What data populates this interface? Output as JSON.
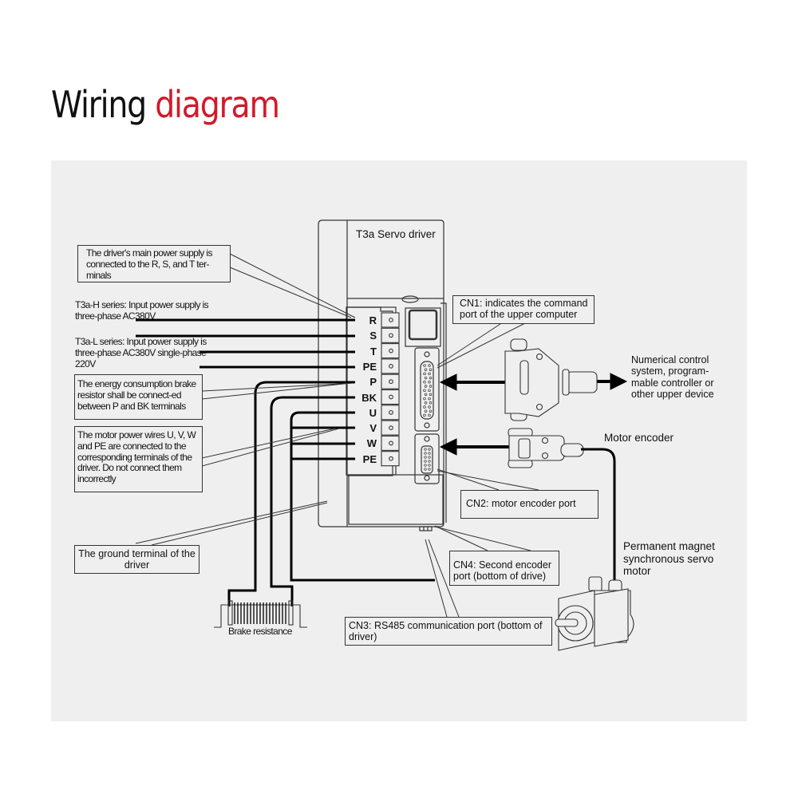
{
  "title": {
    "part1": "Wiring",
    "part2": "diagram",
    "accent_color": "#d11a2a"
  },
  "driver": {
    "name": "T3a Servo driver",
    "terminals": [
      "R",
      "S",
      "T",
      "PE",
      "P",
      "BK",
      "U",
      "V",
      "W",
      "PE"
    ]
  },
  "callouts": {
    "main_power": "The driver's main power supply is connected to the R, S, and T ter-minals",
    "t3a_h": "T3a-H series: Input power supply is three-phase AC380V",
    "t3a_l": "T3a-L series: Input power supply is three-phase AC380V single-phase 220V",
    "brake": "The energy consumption brake resistor shall be connect-ed between P and BK terminals",
    "motor_wires": "The motor power wires U, V, W and PE are connected to the corresponding terminals of the driver. Do not connect them incorrectly",
    "ground": "The ground terminal of the driver",
    "brake_resistance": "Brake resistance",
    "cn1": "CN1: indicates the command port of the upper computer",
    "upper_device": "Numerical control system, program-mable controller or other upper device",
    "motor_encoder": "Motor encoder",
    "cn2": "CN2: motor encoder port",
    "cn4": "CN4: Second encoder port (bottom of drive)",
    "cn3": "CN3: RS485 communication port (bottom of driver)",
    "motor": "Permanent magnet synchronous servo motor"
  }
}
